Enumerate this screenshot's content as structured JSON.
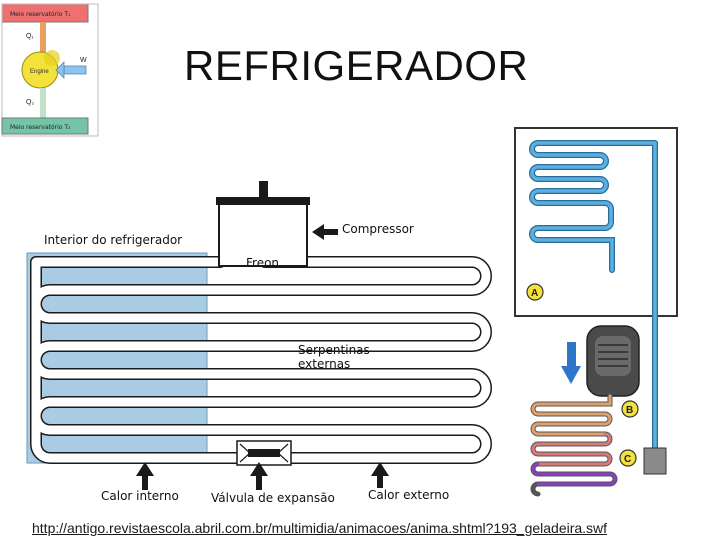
{
  "title": "REFRIGERADOR",
  "thumbnail": {
    "top_box_text": "Meio reservatório T₁",
    "engine_label": "Engine",
    "bottom_box_text": "Meio reservatório T₂",
    "q1_label": "Q₁",
    "q2_label": "Q₂",
    "w_label": "W"
  },
  "labels": {
    "compressor": "Compressor",
    "interior": "Interior do refrigerador",
    "freon": "Freon",
    "serpentinas_line1": "Serpentinas",
    "serpentinas_line2": "externas",
    "calor_interno": "Calor  interno",
    "valvula": "Válvula de expansão",
    "calor_externo": "Calor externo"
  },
  "fridge_markers": {
    "a": "A",
    "b": "B",
    "c": "C"
  },
  "footer_url": "http://antigo.revistaescola.abril.com.br/multimidia/animacoes/anima.shtml?193_geladeira.swf",
  "colors": {
    "interior_fill": "#a9cbe3",
    "tube_outline": "#1a1a1a",
    "cold_tube": "#5ab0e0",
    "warm_tube": "#e08a5a",
    "hot_tube": "#8a3fc0",
    "marker_fill": "#f4e23a"
  }
}
